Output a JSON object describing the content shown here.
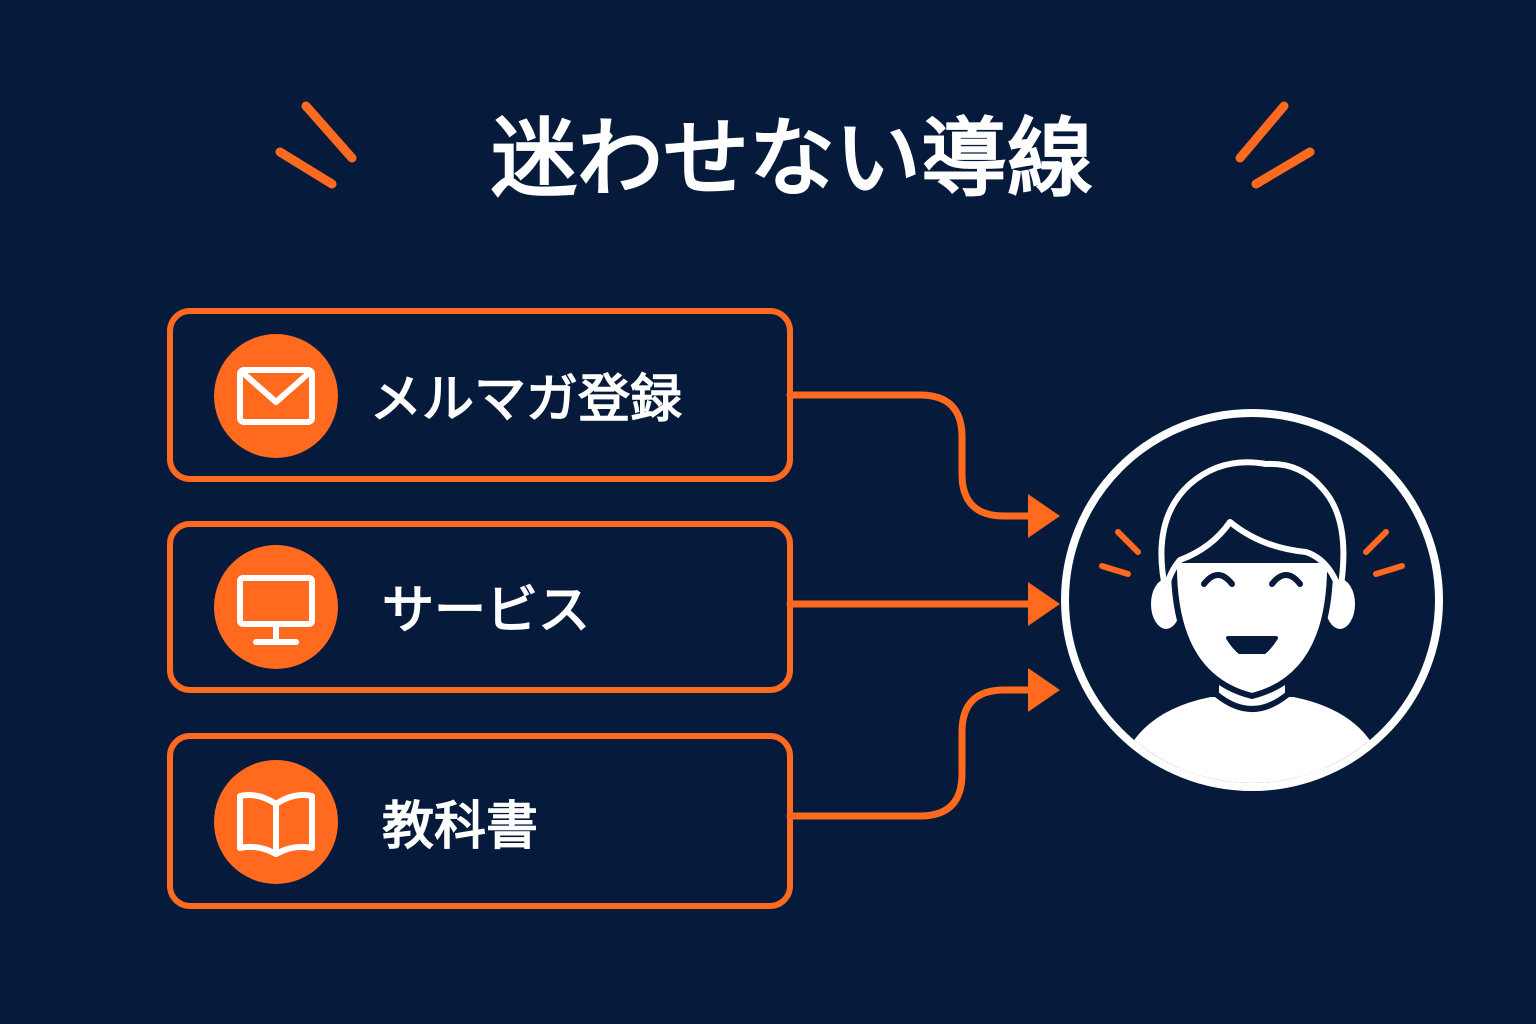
{
  "title": "迷わせない導線",
  "colors": {
    "background": "#061a3b",
    "accent": "#ff6a1f",
    "text": "#ffffff"
  },
  "sources": [
    {
      "label": "メルマガ登録",
      "icon": "mail-icon"
    },
    {
      "label": "サービス",
      "icon": "monitor-icon"
    },
    {
      "label": "教科書",
      "icon": "book-icon"
    }
  ],
  "target": {
    "icon": "smiling-person-icon"
  }
}
